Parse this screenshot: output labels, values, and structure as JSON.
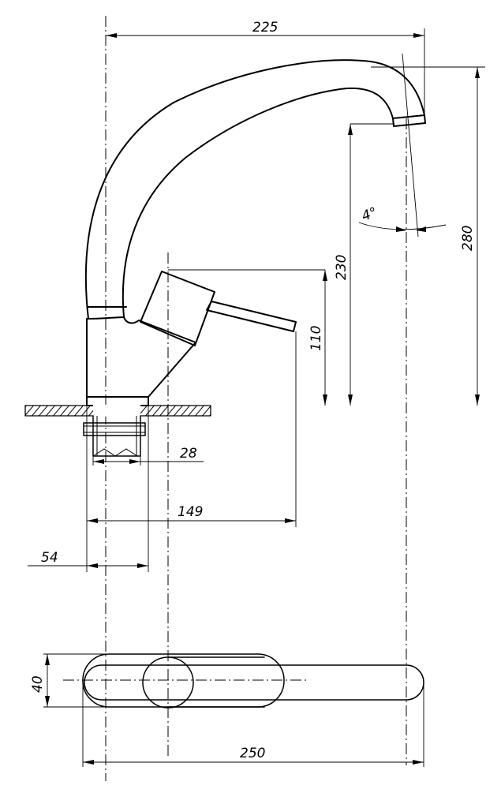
{
  "dimensions": {
    "spout_reach": "225",
    "total_height": "280",
    "spout_height": "230",
    "lever_height": "110",
    "spout_angle": "4°",
    "thread_diameter": "28",
    "lever_reach": "149",
    "base_diameter": "54",
    "top_view_width": "40",
    "overall_length": "250"
  }
}
